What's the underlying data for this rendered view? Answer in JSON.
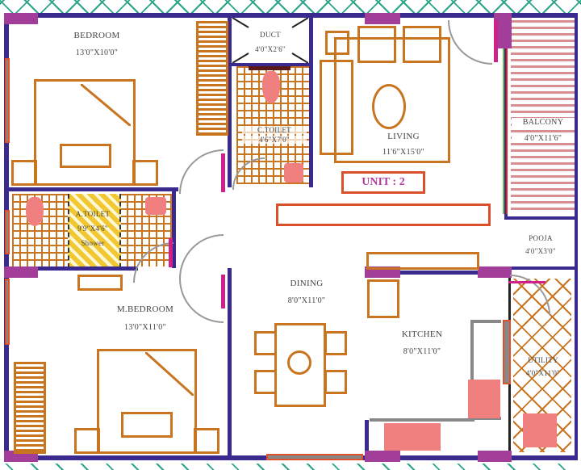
{
  "plan": {
    "unit_label": "UNIT : 2",
    "rooms": [
      {
        "id": "bedroom",
        "name": "BEDROOM",
        "size": "13'0\"X10'0\""
      },
      {
        "id": "duct",
        "name": "DUCT",
        "size": "4'0\"X2'6\""
      },
      {
        "id": "c-toilet",
        "name": "C.TOILET",
        "size": "4'6\"X7'0\""
      },
      {
        "id": "living",
        "name": "LIVING",
        "size": "11'6\"X15'0\""
      },
      {
        "id": "balcony",
        "name": "BALCONY",
        "size": "4'0\"X11'6\""
      },
      {
        "id": "a-toilet",
        "name": "A.TOILET",
        "size": "9'9\"X4'6\"",
        "note": "Shower"
      },
      {
        "id": "pooja",
        "name": "POOJA",
        "size": "4'0\"X3'0\""
      },
      {
        "id": "dining",
        "name": "DINING",
        "size": "8'0\"X11'0\""
      },
      {
        "id": "m-bedroom",
        "name": "M.BEDROOM",
        "size": "13'0\"X11'0\""
      },
      {
        "id": "kitchen",
        "name": "KITCHEN",
        "size": "8'0\"X11'0\""
      },
      {
        "id": "utility",
        "name": "UTILITY",
        "size": "4'0\"X11'0\""
      }
    ]
  },
  "colors": {
    "wall": "#3a2a8f",
    "pillar": "#a33d9a",
    "furniture": "#c97520",
    "fixture": "#f08080",
    "hatch": "#2aa58a",
    "unit_text": "#b03aa0",
    "unit_border": "#d9502a"
  }
}
